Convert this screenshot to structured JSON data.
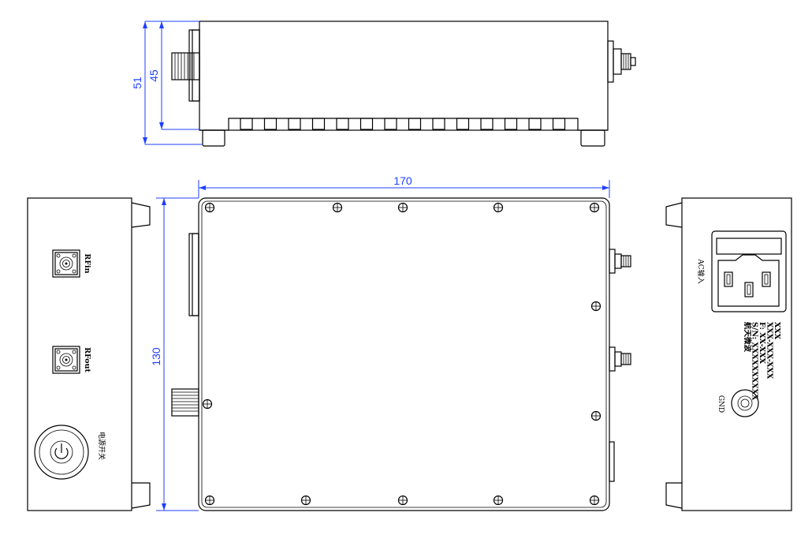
{
  "dimensions": {
    "height_total": "51",
    "height_body": "45",
    "width": "170",
    "depth": "130"
  },
  "front_panel": {
    "rf_in_label": "RFin",
    "rf_out_label": "RFout",
    "power_switch_label": "电源开关"
  },
  "rear_panel": {
    "ac_input_label": "AC输入",
    "nameplate_lines": [
      "XXX",
      "XXX-XXX-XXX",
      "F: XX-XXX",
      "S/N: XXXXXXXXXX",
      "航天微波"
    ],
    "gnd_label": "GND"
  },
  "colors": {
    "line": "#000000",
    "dimension": "#1f3fff"
  }
}
